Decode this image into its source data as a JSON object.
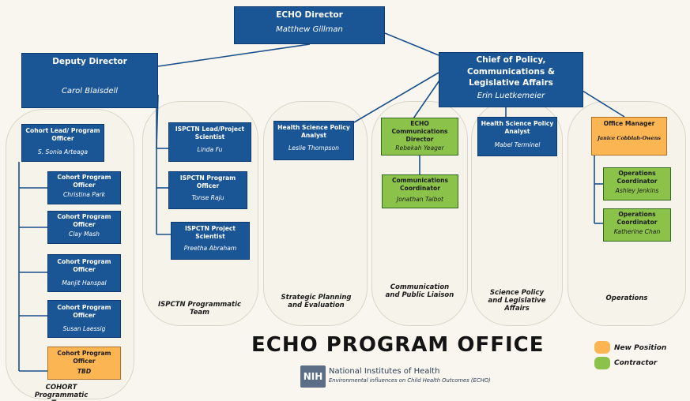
{
  "director": {
    "title": "ECHO Director",
    "name": "Matthew Gillman"
  },
  "deputy": {
    "title": "Deputy  Director",
    "name": "Carol Blaisdell"
  },
  "chief": {
    "title": "Chief of Policy, Communications & Legislative Affairs",
    "name": "Erin Luetkemeier"
  },
  "cohort": {
    "lead": {
      "title": "Cohort Lead/ Program Officer",
      "name": "S. Sonia Arteaga"
    },
    "officers": [
      {
        "title": "Cohort Program Officer",
        "name": "Christina Park"
      },
      {
        "title": "Cohort Program Officer",
        "name": "Clay Mash"
      },
      {
        "title": "Cohort Program Officer",
        "name": "Manjit Hanspal"
      },
      {
        "title": "Cohort Program Officer",
        "name": "Susan Laessig"
      },
      {
        "title": "Cohort Program Officer",
        "name": "TBD"
      }
    ],
    "label": "COHORT Programmatic Team"
  },
  "ispctn": {
    "members": [
      {
        "title": "ISPCTN Lead/Project Scientist",
        "name": "Linda Fu"
      },
      {
        "title": "ISPCTN Program Officer",
        "name": "Tonse Raju"
      },
      {
        "title": "ISPCTN Project Scientist",
        "name": "Preetha Abraham"
      }
    ],
    "label": "ISPCTN Programmatic Team"
  },
  "strategic": {
    "title": "Health Science Policy Analyst",
    "name": "Leslie Thompson",
    "label": "Strategic Planning and Evaluation"
  },
  "communication": {
    "director": {
      "title": "ECHO Communications Director",
      "name": "Rebekah Yeager"
    },
    "coordinator": {
      "title": "Communications Coordinator",
      "name": "Jonathan Talbot"
    },
    "label": "Communication and Public Liaison"
  },
  "science": {
    "title": "Health Science Policy Analyst",
    "name": "Mabel Terminel",
    "label": "Science Policy and Legislative Affairs"
  },
  "operations": {
    "manager": {
      "title": "Office Manager",
      "name": "Janice Cobblah-Owens"
    },
    "coord1": {
      "title": "Operations Coordinator",
      "name": "Ashley Jenkins"
    },
    "coord2": {
      "title": "Operations Coordinator",
      "name": "Katherine Chan"
    },
    "label": "Operations"
  },
  "office_title": "ECHO PROGRAM OFFICE",
  "legend": {
    "new_position": "New Position",
    "contractor": "Contractor"
  },
  "nih": {
    "logo": "NIH",
    "name": "National Institutes of Health",
    "subtitle": "Environmental influences on Child Health Outcomes (ECHO)"
  },
  "colors": {
    "staff": "#1a5596",
    "new_position": "#fbb552",
    "contractor": "#8bc34a"
  }
}
